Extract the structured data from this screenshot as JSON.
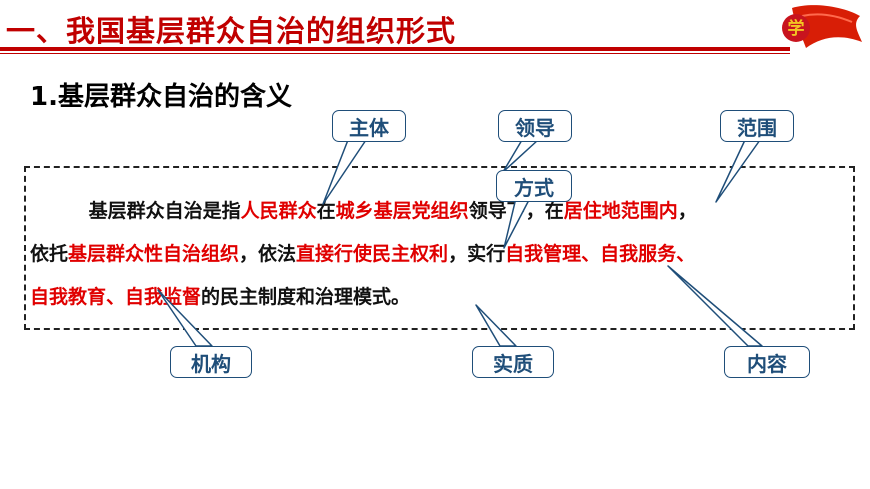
{
  "header": {
    "title": "一、我国基层群众自治的组织形式",
    "logo_text": "学"
  },
  "subtitle": "1.基层群众自治的含义",
  "paragraph": {
    "line1": [
      {
        "text": "基层群众自治是指",
        "color": "black"
      },
      {
        "text": "人民群众",
        "color": "red"
      },
      {
        "text": "在",
        "color": "black"
      },
      {
        "text": "城乡基层党组织",
        "color": "red"
      },
      {
        "text": "领导下，在",
        "color": "black"
      },
      {
        "text": "居住地范围内",
        "color": "red"
      },
      {
        "text": "，",
        "color": "black"
      }
    ],
    "line2": [
      {
        "text": "依托",
        "color": "black"
      },
      {
        "text": "基层群众性自治组织",
        "color": "red"
      },
      {
        "text": "，依法",
        "color": "black"
      },
      {
        "text": "直接行使民主权利",
        "color": "red"
      },
      {
        "text": "，实行",
        "color": "black"
      },
      {
        "text": "自我管理、自我服务、",
        "color": "red"
      }
    ],
    "line3": [
      {
        "text": "自我教育、自我监督",
        "color": "red"
      },
      {
        "text": "的",
        "color": "black"
      },
      {
        "text": "民主制度和治理模式",
        "color": "black"
      },
      {
        "text": "。",
        "color": "black"
      }
    ]
  },
  "tags": {
    "subject": "主体",
    "leadership": "领导",
    "scope": "范围",
    "method": "方式",
    "organization": "机构",
    "essence": "实质",
    "content": "内容"
  },
  "colors": {
    "title_red": "#c00000",
    "highlight_red": "#e00000",
    "tag_border": "#1f4e79"
  }
}
